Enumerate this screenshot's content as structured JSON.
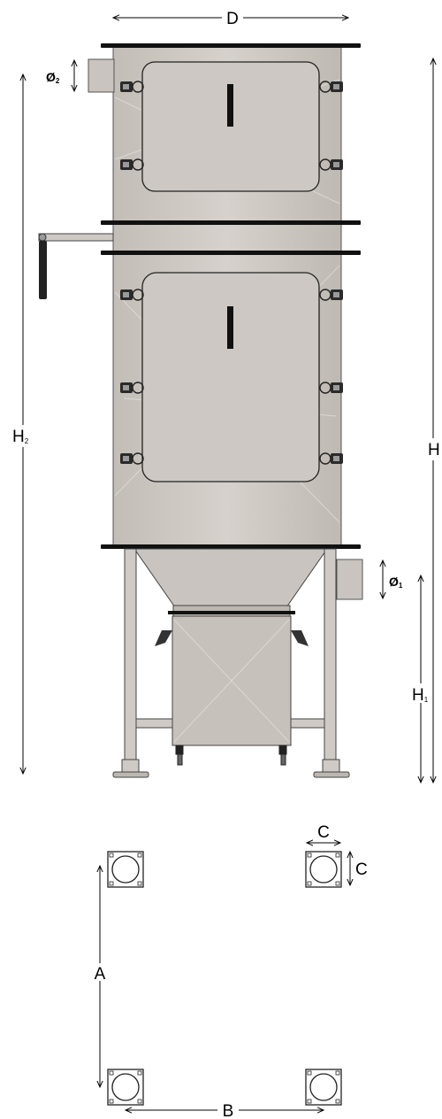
{
  "labels": {
    "D": "D",
    "H": "H",
    "H2_main": "H",
    "H2_sub": "2",
    "H1_main": "H",
    "H1_sub": "1",
    "phi2_main": "Ø",
    "phi2_sub": "2",
    "phi1_main": "Ø",
    "phi1_sub": "1",
    "C_top": "C",
    "C_side": "C",
    "A": "A",
    "B": "B"
  },
  "colors": {
    "body": "#cfcac5",
    "body_dark": "#b9b3ad",
    "flange": "#111111",
    "outline": "#333333"
  }
}
